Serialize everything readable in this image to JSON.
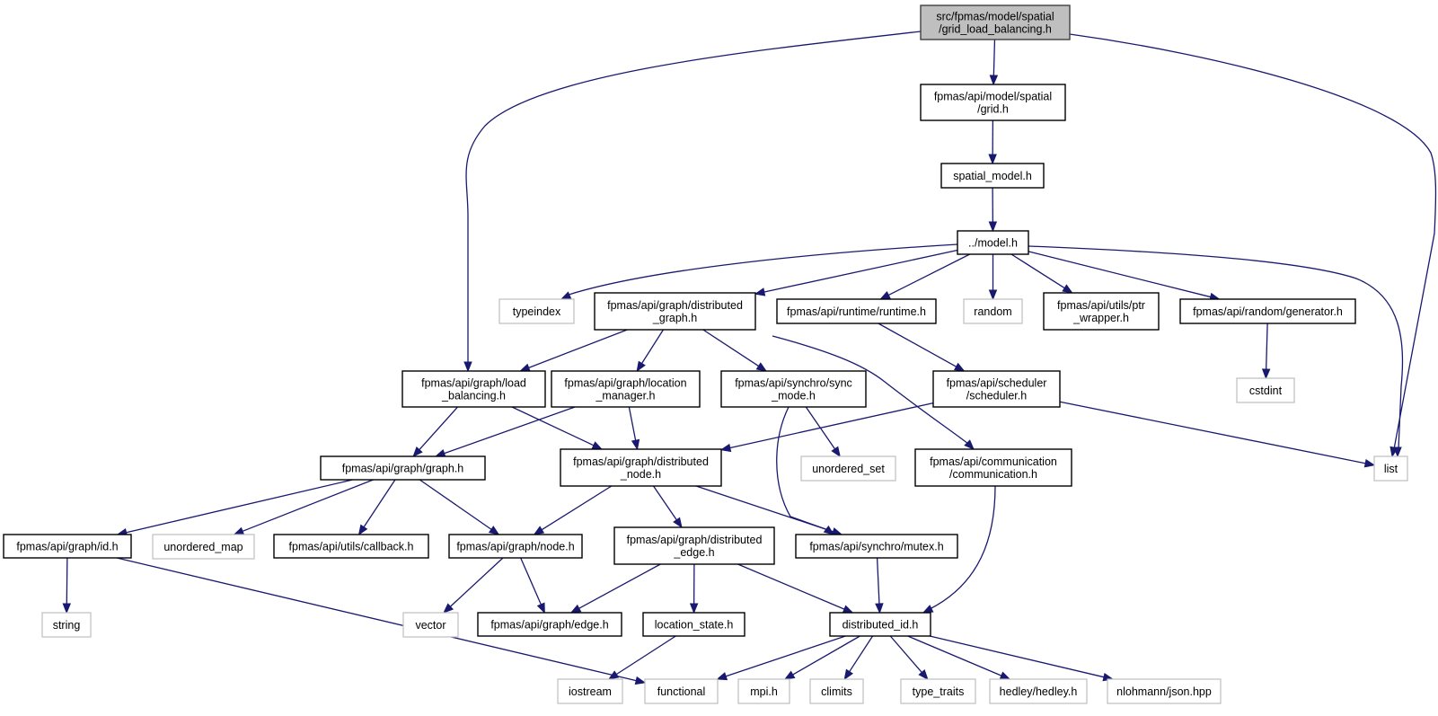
{
  "colors": {
    "edge": "#191970",
    "root_fill": "#bfbfbf",
    "internal_border": "#000000",
    "external_border": "#bfbfbf"
  },
  "nodes": [
    {
      "id": "root",
      "kind": "root",
      "lines": [
        "src/fpmas/model/spatial",
        "/grid_load_balancing.h"
      ]
    },
    {
      "id": "grid",
      "kind": "internal",
      "lines": [
        "fpmas/api/model/spatial",
        "/grid.h"
      ]
    },
    {
      "id": "spatial_model",
      "kind": "internal",
      "lines": [
        "spatial_model.h"
      ]
    },
    {
      "id": "model",
      "kind": "internal",
      "lines": [
        "../model.h"
      ]
    },
    {
      "id": "typeindex",
      "kind": "external",
      "lines": [
        "typeindex"
      ]
    },
    {
      "id": "dgraph",
      "kind": "internal",
      "lines": [
        "fpmas/api/graph/distributed",
        "_graph.h"
      ]
    },
    {
      "id": "runtime",
      "kind": "internal",
      "lines": [
        "fpmas/api/runtime/runtime.h"
      ]
    },
    {
      "id": "random",
      "kind": "external",
      "lines": [
        "random"
      ]
    },
    {
      "id": "ptr_wrapper",
      "kind": "internal",
      "lines": [
        "fpmas/api/utils/ptr",
        "_wrapper.h"
      ]
    },
    {
      "id": "generator",
      "kind": "internal",
      "lines": [
        "fpmas/api/random/generator.h"
      ]
    },
    {
      "id": "cstdint",
      "kind": "external",
      "lines": [
        "cstdint"
      ]
    },
    {
      "id": "load_balancing",
      "kind": "internal",
      "lines": [
        "fpmas/api/graph/load",
        "_balancing.h"
      ]
    },
    {
      "id": "location_manager",
      "kind": "internal",
      "lines": [
        "fpmas/api/graph/location",
        "_manager.h"
      ]
    },
    {
      "id": "sync_mode",
      "kind": "internal",
      "lines": [
        "fpmas/api/synchro/sync",
        "_mode.h"
      ]
    },
    {
      "id": "scheduler",
      "kind": "internal",
      "lines": [
        "fpmas/api/scheduler",
        "/scheduler.h"
      ]
    },
    {
      "id": "graph",
      "kind": "internal",
      "lines": [
        "fpmas/api/graph/graph.h"
      ]
    },
    {
      "id": "dnode",
      "kind": "internal",
      "lines": [
        "fpmas/api/graph/distributed",
        "_node.h"
      ]
    },
    {
      "id": "unordered_set",
      "kind": "external",
      "lines": [
        "unordered_set"
      ]
    },
    {
      "id": "communication",
      "kind": "internal",
      "lines": [
        "fpmas/api/communication",
        "/communication.h"
      ]
    },
    {
      "id": "list",
      "kind": "external",
      "lines": [
        "list"
      ]
    },
    {
      "id": "id",
      "kind": "internal",
      "lines": [
        "fpmas/api/graph/id.h"
      ]
    },
    {
      "id": "unordered_map",
      "kind": "external",
      "lines": [
        "unordered_map"
      ]
    },
    {
      "id": "callback",
      "kind": "internal",
      "lines": [
        "fpmas/api/utils/callback.h"
      ]
    },
    {
      "id": "node",
      "kind": "internal",
      "lines": [
        "fpmas/api/graph/node.h"
      ]
    },
    {
      "id": "dedge",
      "kind": "internal",
      "lines": [
        "fpmas/api/graph/distributed",
        "_edge.h"
      ]
    },
    {
      "id": "mutex",
      "kind": "internal",
      "lines": [
        "fpmas/api/synchro/mutex.h"
      ]
    },
    {
      "id": "string",
      "kind": "external",
      "lines": [
        "string"
      ]
    },
    {
      "id": "vector",
      "kind": "external",
      "lines": [
        "vector"
      ]
    },
    {
      "id": "edge",
      "kind": "internal",
      "lines": [
        "fpmas/api/graph/edge.h"
      ]
    },
    {
      "id": "location_state",
      "kind": "internal",
      "lines": [
        "location_state.h"
      ]
    },
    {
      "id": "distributed_id",
      "kind": "internal",
      "lines": [
        "distributed_id.h"
      ]
    },
    {
      "id": "iostream",
      "kind": "external",
      "lines": [
        "iostream"
      ]
    },
    {
      "id": "functional",
      "kind": "external",
      "lines": [
        "functional"
      ]
    },
    {
      "id": "mpi",
      "kind": "external",
      "lines": [
        "mpi.h"
      ]
    },
    {
      "id": "climits",
      "kind": "external",
      "lines": [
        "climits"
      ]
    },
    {
      "id": "type_traits",
      "kind": "external",
      "lines": [
        "type_traits"
      ]
    },
    {
      "id": "hedley",
      "kind": "external",
      "lines": [
        "hedley/hedley.h"
      ]
    },
    {
      "id": "json",
      "kind": "external",
      "lines": [
        "nlohmann/json.hpp"
      ]
    }
  ],
  "edges": [
    [
      "root",
      "grid"
    ],
    [
      "root",
      "load_balancing"
    ],
    [
      "root",
      "list"
    ],
    [
      "grid",
      "spatial_model"
    ],
    [
      "spatial_model",
      "model"
    ],
    [
      "model",
      "typeindex"
    ],
    [
      "model",
      "dgraph"
    ],
    [
      "model",
      "runtime"
    ],
    [
      "model",
      "random"
    ],
    [
      "model",
      "ptr_wrapper"
    ],
    [
      "model",
      "generator"
    ],
    [
      "model",
      "list"
    ],
    [
      "generator",
      "cstdint"
    ],
    [
      "runtime",
      "scheduler"
    ],
    [
      "dgraph",
      "load_balancing"
    ],
    [
      "dgraph",
      "location_manager"
    ],
    [
      "dgraph",
      "sync_mode"
    ],
    [
      "dgraph",
      "communication"
    ],
    [
      "load_balancing",
      "graph"
    ],
    [
      "load_balancing",
      "dnode"
    ],
    [
      "location_manager",
      "graph"
    ],
    [
      "location_manager",
      "dnode"
    ],
    [
      "sync_mode",
      "unordered_set"
    ],
    [
      "sync_mode",
      "mutex"
    ],
    [
      "scheduler",
      "dnode"
    ],
    [
      "scheduler",
      "list"
    ],
    [
      "communication",
      "distributed_id"
    ],
    [
      "graph",
      "id"
    ],
    [
      "graph",
      "unordered_map"
    ],
    [
      "graph",
      "callback"
    ],
    [
      "graph",
      "node"
    ],
    [
      "dnode",
      "node"
    ],
    [
      "dnode",
      "dedge"
    ],
    [
      "dnode",
      "mutex"
    ],
    [
      "id",
      "string"
    ],
    [
      "id",
      "functional"
    ],
    [
      "node",
      "vector"
    ],
    [
      "node",
      "edge"
    ],
    [
      "dedge",
      "edge"
    ],
    [
      "dedge",
      "location_state"
    ],
    [
      "dedge",
      "distributed_id"
    ],
    [
      "mutex",
      "distributed_id"
    ],
    [
      "location_state",
      "iostream"
    ],
    [
      "distributed_id",
      "functional"
    ],
    [
      "distributed_id",
      "mpi"
    ],
    [
      "distributed_id",
      "climits"
    ],
    [
      "distributed_id",
      "type_traits"
    ],
    [
      "distributed_id",
      "hedley"
    ],
    [
      "distributed_id",
      "json"
    ]
  ]
}
